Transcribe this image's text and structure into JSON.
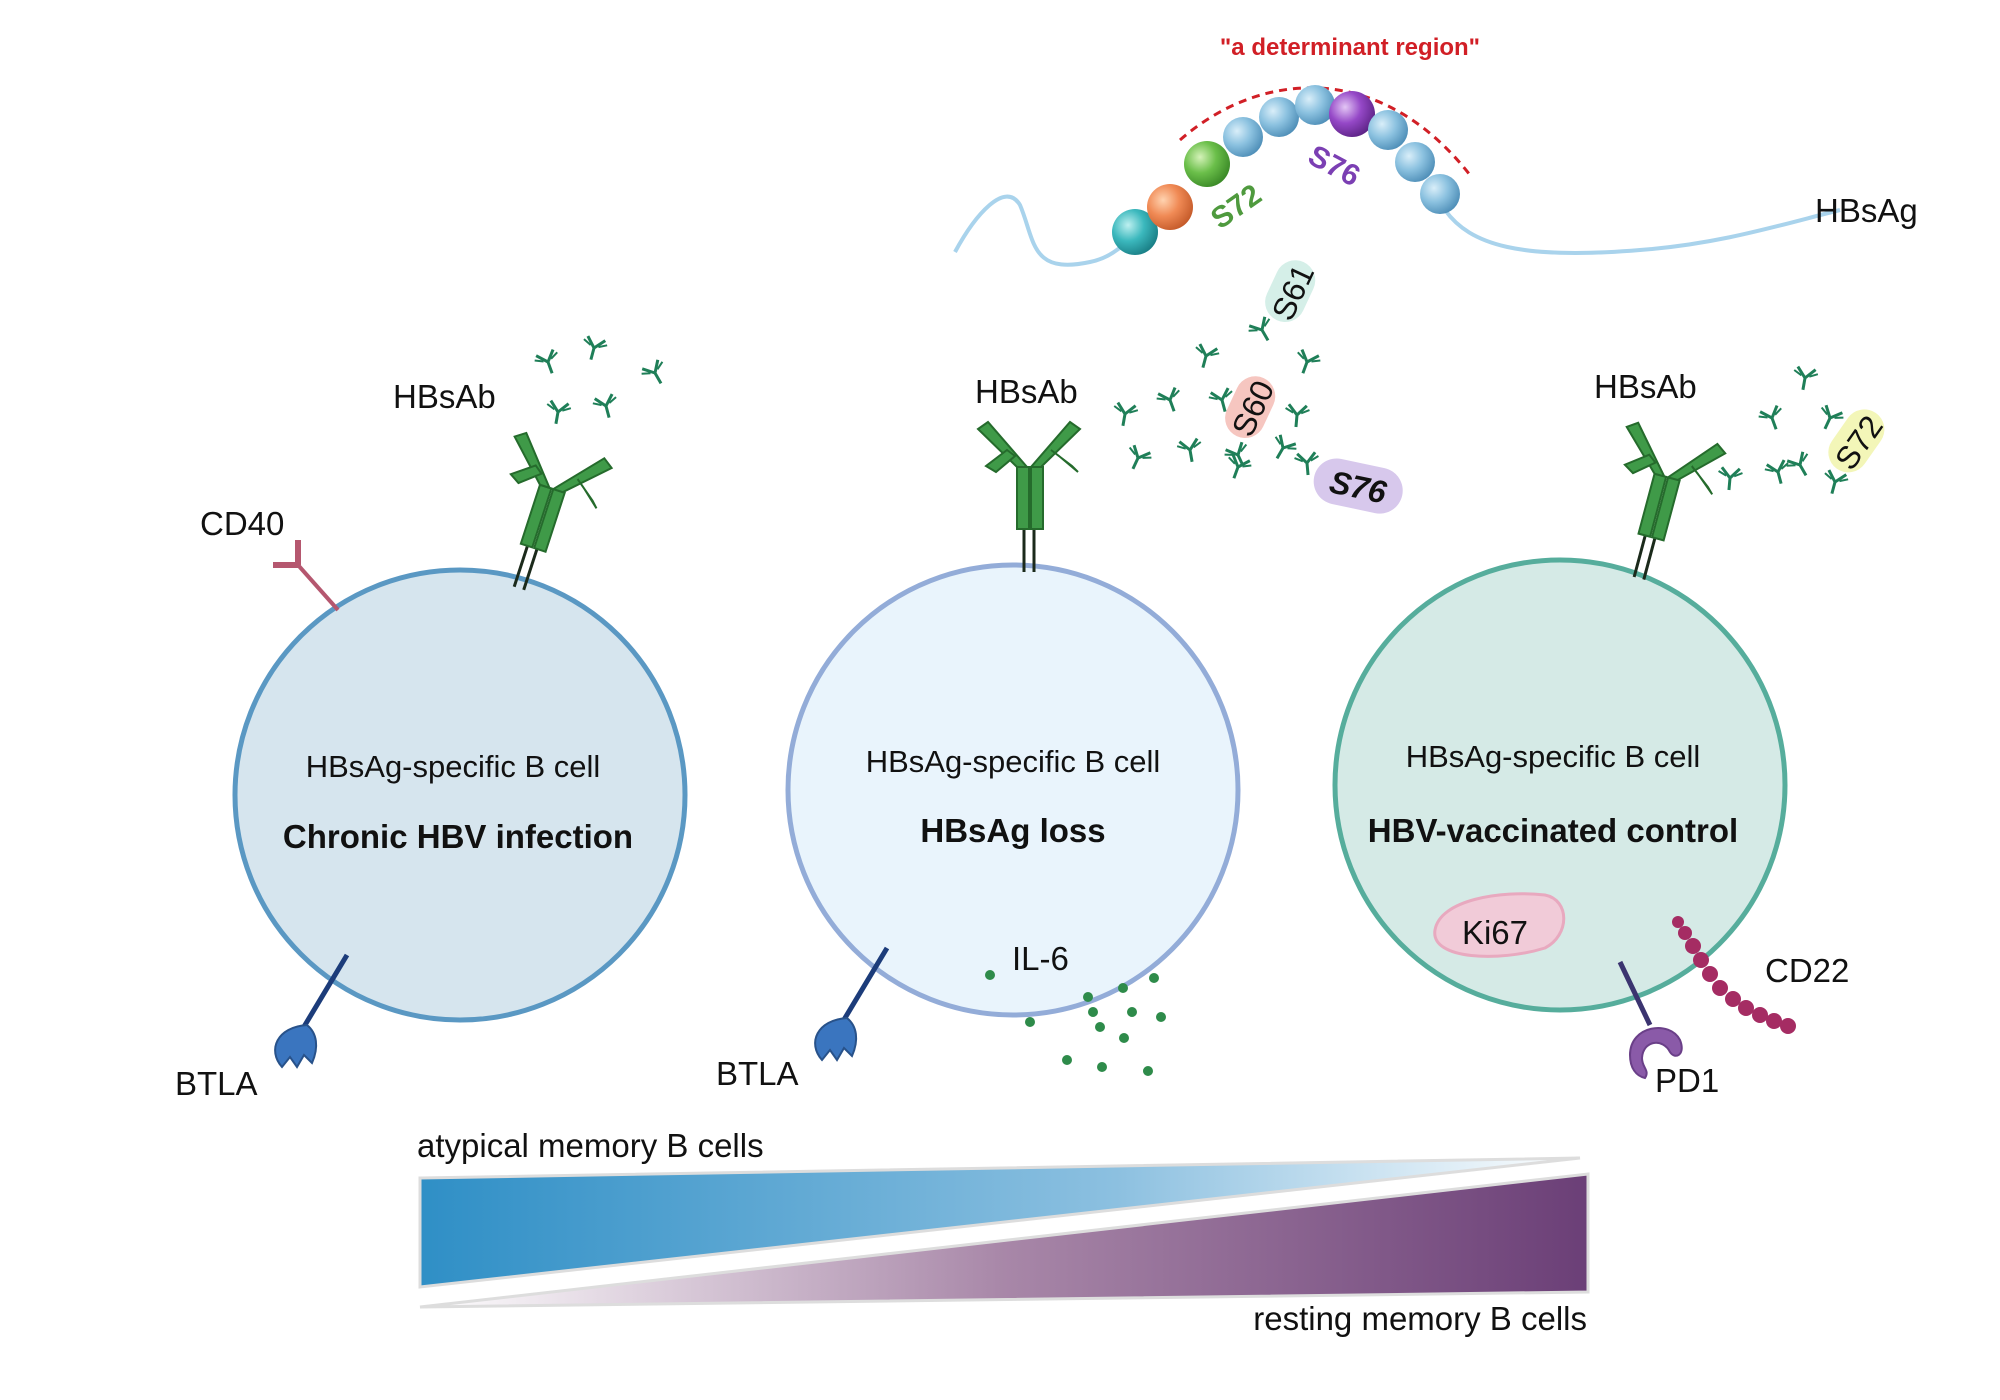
{
  "antigen": {
    "label": "HBsAg",
    "region_label": "\"a determinant region\"",
    "site_labels": [
      {
        "text": "S72",
        "color": "#4f9a3e"
      },
      {
        "text": "S76",
        "color": "#7b3fb3"
      }
    ]
  },
  "cells": [
    {
      "id": "chronic",
      "title": "HBsAg-specific B cell",
      "condition": "Chronic HBV infection",
      "fill": "#d6e5ee",
      "stroke": "#5a98c3",
      "receptor_label": "HBsAb",
      "markers": [
        "CD40",
        "BTLA"
      ]
    },
    {
      "id": "loss",
      "title": "HBsAg-specific B cell",
      "condition": "HBsAg loss",
      "fill": "#e9f4fc",
      "stroke": "#93acd8",
      "receptor_label": "HBsAb",
      "markers": [
        "BTLA",
        "IL-6"
      ],
      "epitope_tags": [
        {
          "text": "S61",
          "bg": "#d5efe8"
        },
        {
          "text": "S60",
          "bg": "#f6c6c0"
        },
        {
          "text": "S76",
          "bg": "#d7c8ec"
        }
      ]
    },
    {
      "id": "vaccinated",
      "title": "HBsAg-specific B cell",
      "condition": "HBV-vaccinated control",
      "fill": "#d5eae6",
      "stroke": "#56ad9c",
      "receptor_label": "HBsAb",
      "markers": [
        "Ki67",
        "CD22",
        "PD1"
      ],
      "epitope_tags": [
        {
          "text": "S72",
          "bg": "#f3f6b8"
        }
      ]
    }
  ],
  "gradient": {
    "top_label": "atypical memory B cells",
    "bottom_label": "resting memory B cells",
    "top_color": "#2f8fc6",
    "bottom_color": "#6b3f77"
  },
  "colors": {
    "antibody": "#3a8f45",
    "antibody_small": "#1f7f58",
    "btla": "#3a75bf",
    "cd40": "#b5576f",
    "cd22": "#a52c63",
    "pd1": "#8a5aa8",
    "ki67": "#f1cbd8",
    "il6_dots": "#2e8b4a"
  }
}
